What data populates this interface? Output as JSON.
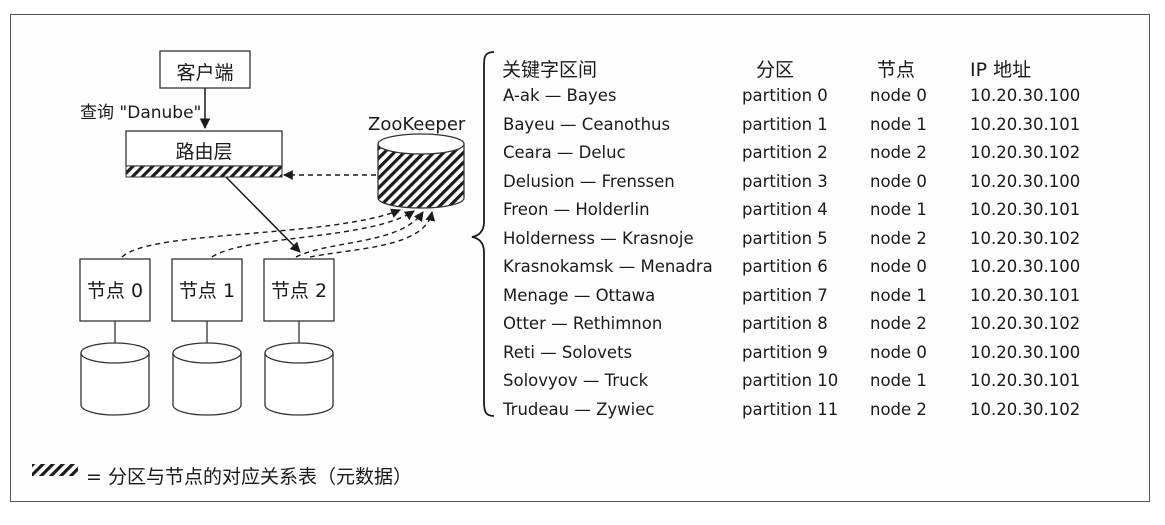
{
  "client": {
    "label": "客户端"
  },
  "query": {
    "label": "查询 \"Danube\""
  },
  "router": {
    "label": "路由层"
  },
  "zookeeper": {
    "label": "ZooKeeper"
  },
  "nodes": [
    {
      "label": "节点 0"
    },
    {
      "label": "节点 1"
    },
    {
      "label": "节点 2"
    }
  ],
  "table": {
    "headers": {
      "range": "关键字区间",
      "partition": "分区",
      "node": "节点",
      "ip": "IP 地址"
    },
    "rows": [
      {
        "range": "A-ak — Bayes",
        "partition": "partition 0",
        "node": "node 0",
        "ip": "10.20.30.100"
      },
      {
        "range": "Bayeu — Ceanothus",
        "partition": "partition 1",
        "node": "node 1",
        "ip": "10.20.30.101"
      },
      {
        "range": "Ceara — Deluc",
        "partition": "partition 2",
        "node": "node 2",
        "ip": "10.20.30.102"
      },
      {
        "range": "Delusion — Frenssen",
        "partition": "partition 3",
        "node": "node 0",
        "ip": "10.20.30.100"
      },
      {
        "range": "Freon — Holderlin",
        "partition": "partition 4",
        "node": "node 1",
        "ip": "10.20.30.101"
      },
      {
        "range": "Holderness — Krasnoje",
        "partition": "partition 5",
        "node": "node 2",
        "ip": "10.20.30.102"
      },
      {
        "range": "Krasnokamsk — Menadra",
        "partition": "partition 6",
        "node": "node 0",
        "ip": "10.20.30.100"
      },
      {
        "range": "Menage — Ottawa",
        "partition": "partition 7",
        "node": "node 1",
        "ip": "10.20.30.101"
      },
      {
        "range": "Otter — Rethimnon",
        "partition": "partition 8",
        "node": "node 2",
        "ip": "10.20.30.102"
      },
      {
        "range": "Reti — Solovets",
        "partition": "partition 9",
        "node": "node 0",
        "ip": "10.20.30.100"
      },
      {
        "range": "Solovyov — Truck",
        "partition": "partition 10",
        "node": "node 1",
        "ip": "10.20.30.101"
      },
      {
        "range": "Trudeau — Zywiec",
        "partition": "partition 11",
        "node": "node 2",
        "ip": "10.20.30.102"
      }
    ]
  },
  "legend": {
    "label": "= 分区与节点的对应关系表（元数据）"
  }
}
